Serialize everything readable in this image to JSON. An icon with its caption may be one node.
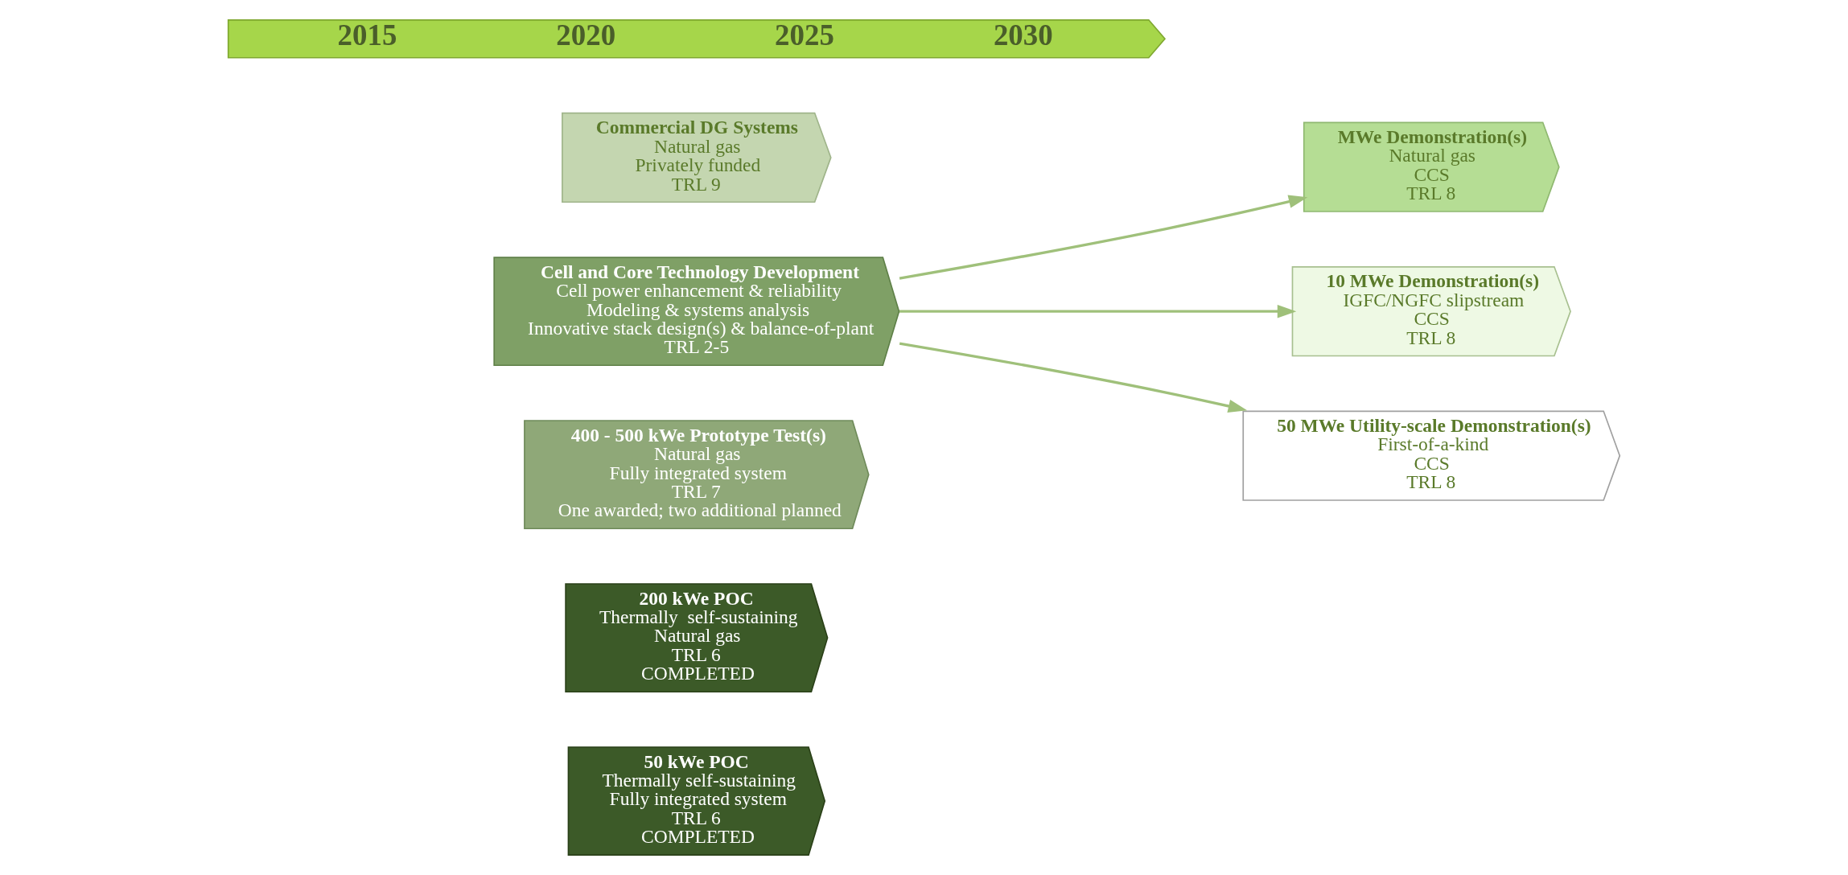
{
  "diagram": {
    "nodes": [
      {
        "text": [
          "50 kWe POC",
          "Thermally self-sustaining",
          "Fully integrated system",
          "TRL 6",
          "COMPLETED"
        ]
      },
      {
        "text": [
          "200 kWe POC",
          "Thermally  self-sustaining",
          "Natural gas",
          "TRL 6",
          "COMPLETED"
        ]
      },
      {
        "text": [
          "400 - 500 kWe Prototype Test(s)",
          "Natural gas",
          "Fully integrated system",
          "TRL 7",
          "One awarded; two additional planned"
        ]
      },
      {
        "text": [
          "MWe Demonstration(s)",
          "Natural gas",
          "CCS",
          "TRL 8"
        ]
      },
      {
        "text": [
          "Commercial DG Systems",
          "Natural gas",
          "Privately funded",
          "TRL 9"
        ]
      },
      {
        "text": [
          "10 MWe Demonstration(s)",
          "IGFC/NGFC slipstream",
          "CCS",
          "TRL 8"
        ]
      },
      {
        "text": [
          "50 MWe Utility-scale Demonstration(s)",
          "First-of-a-kind",
          "CCS",
          "TRL 8"
        ]
      },
      {
        "text": [
          "Cell and Core Technology Development",
          "Cell power enhancement & reliability",
          "Modeling & systems analysis",
          "Innovative stack design(s) & balance-of-plant",
          "TRL 2-5"
        ]
      }
    ],
    "edges": [
      {
        "from": 7,
        "to": 3,
        "arrow": "to"
      },
      {
        "from": 7,
        "to": 5,
        "arrow": "to"
      },
      {
        "from": 7,
        "to": 6,
        "arrow": "to"
      }
    ],
    "labels": [
      "2015",
      "2020",
      "2025",
      "2030"
    ]
  }
}
